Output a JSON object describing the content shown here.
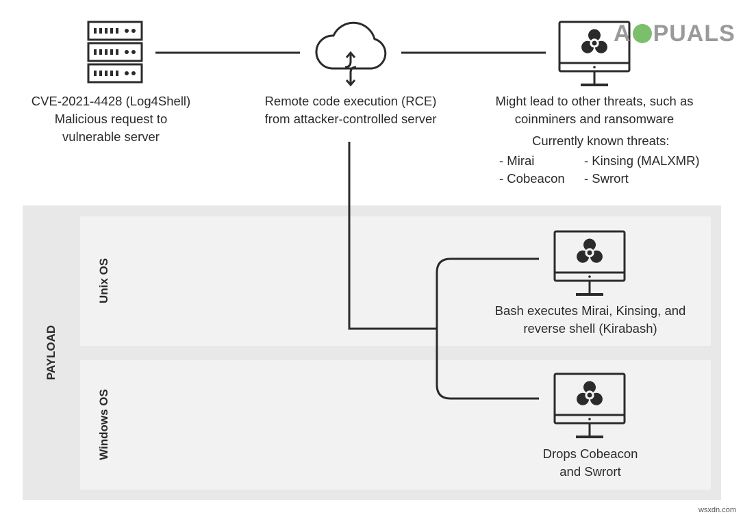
{
  "source": {
    "caption_lines": [
      "CVE-2021-4428 (Log4Shell)",
      "Malicious request to",
      "vulnerable server"
    ],
    "icon": "server-icon"
  },
  "rce": {
    "caption_lines": [
      "Remote code execution (RCE)",
      "from attacker-controlled server"
    ],
    "icon": "cloud-sync-icon"
  },
  "threats": {
    "caption_lines": [
      "Might lead to other threats, such as",
      "coinminers and ransomware"
    ],
    "known_title": "Currently known threats:",
    "items": [
      "- Mirai",
      "- Kinsing (MALXMR)",
      "- Cobeacon",
      "- Swrort"
    ],
    "icon": "biohazard-monitor-icon"
  },
  "payload": {
    "label": "PAYLOAD",
    "unix": {
      "label": "Unix OS",
      "caption_lines": [
        "Bash executes Mirai, Kinsing, and",
        "reverse shell (Kirabash)"
      ]
    },
    "windows": {
      "label": "Windows OS",
      "caption_lines": [
        "Drops Cobeacon",
        "and Swrort"
      ]
    }
  },
  "logo": {
    "text_a": "A",
    "text_b": "PUALS"
  },
  "footer": "wsxdn.com",
  "colors": {
    "line": "#2b2b2b",
    "payload_bg": "#e8e8e8",
    "panel_bg": "#f2f2f2",
    "logo": "#9a9a9a"
  }
}
